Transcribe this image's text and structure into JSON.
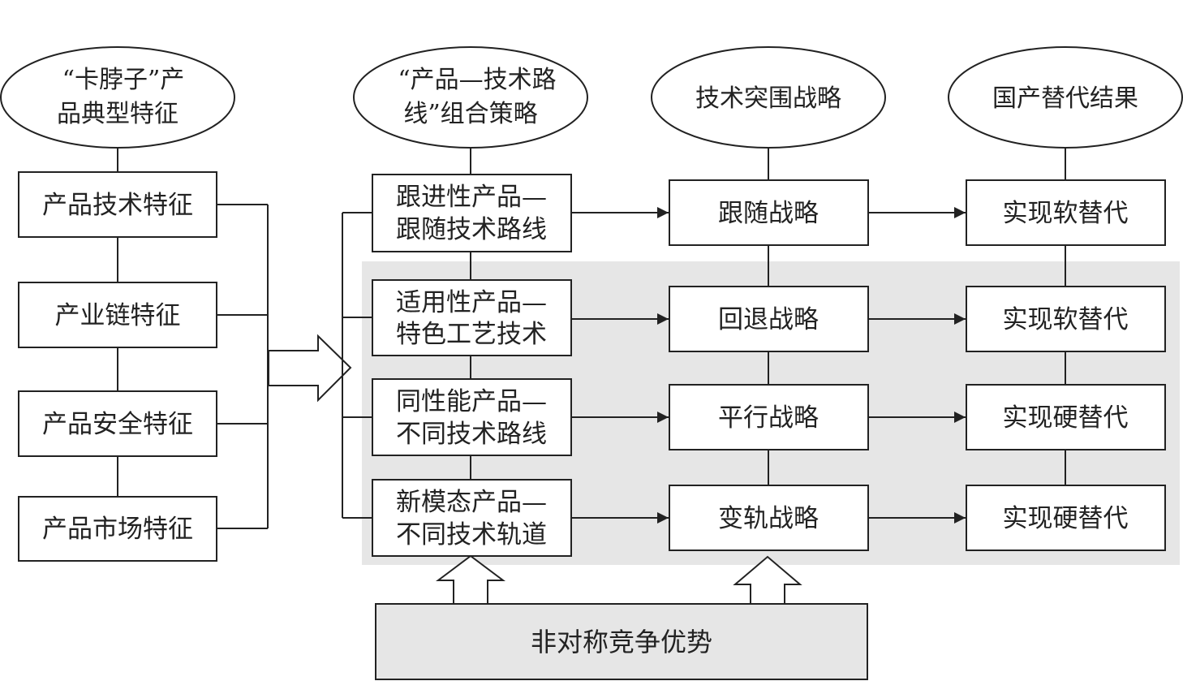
{
  "headers": {
    "h1": [
      "“卡脖子”产",
      "品典型特征"
    ],
    "h2": [
      "“产品—技术路",
      "线”组合策略"
    ],
    "h3": "技术突围战略",
    "h4": "国产替代结果"
  },
  "features": [
    "产品技术特征",
    "产业链特征",
    "产品安全特征",
    "产品市场特征"
  ],
  "combos": [
    [
      "跟进性产品—",
      "跟随技术路线"
    ],
    [
      "适用性产品—",
      "特色工艺技术"
    ],
    [
      "同性能产品—",
      "不同技术路线"
    ],
    [
      "新模态产品—",
      "不同技术轨道"
    ]
  ],
  "strategies": [
    "跟随战略",
    "回退战略",
    "平行战略",
    "变轨战略"
  ],
  "results": [
    "实现软替代",
    "实现软替代",
    "实现硬替代",
    "实现硬替代"
  ],
  "bottom": "非对称竞争优势"
}
